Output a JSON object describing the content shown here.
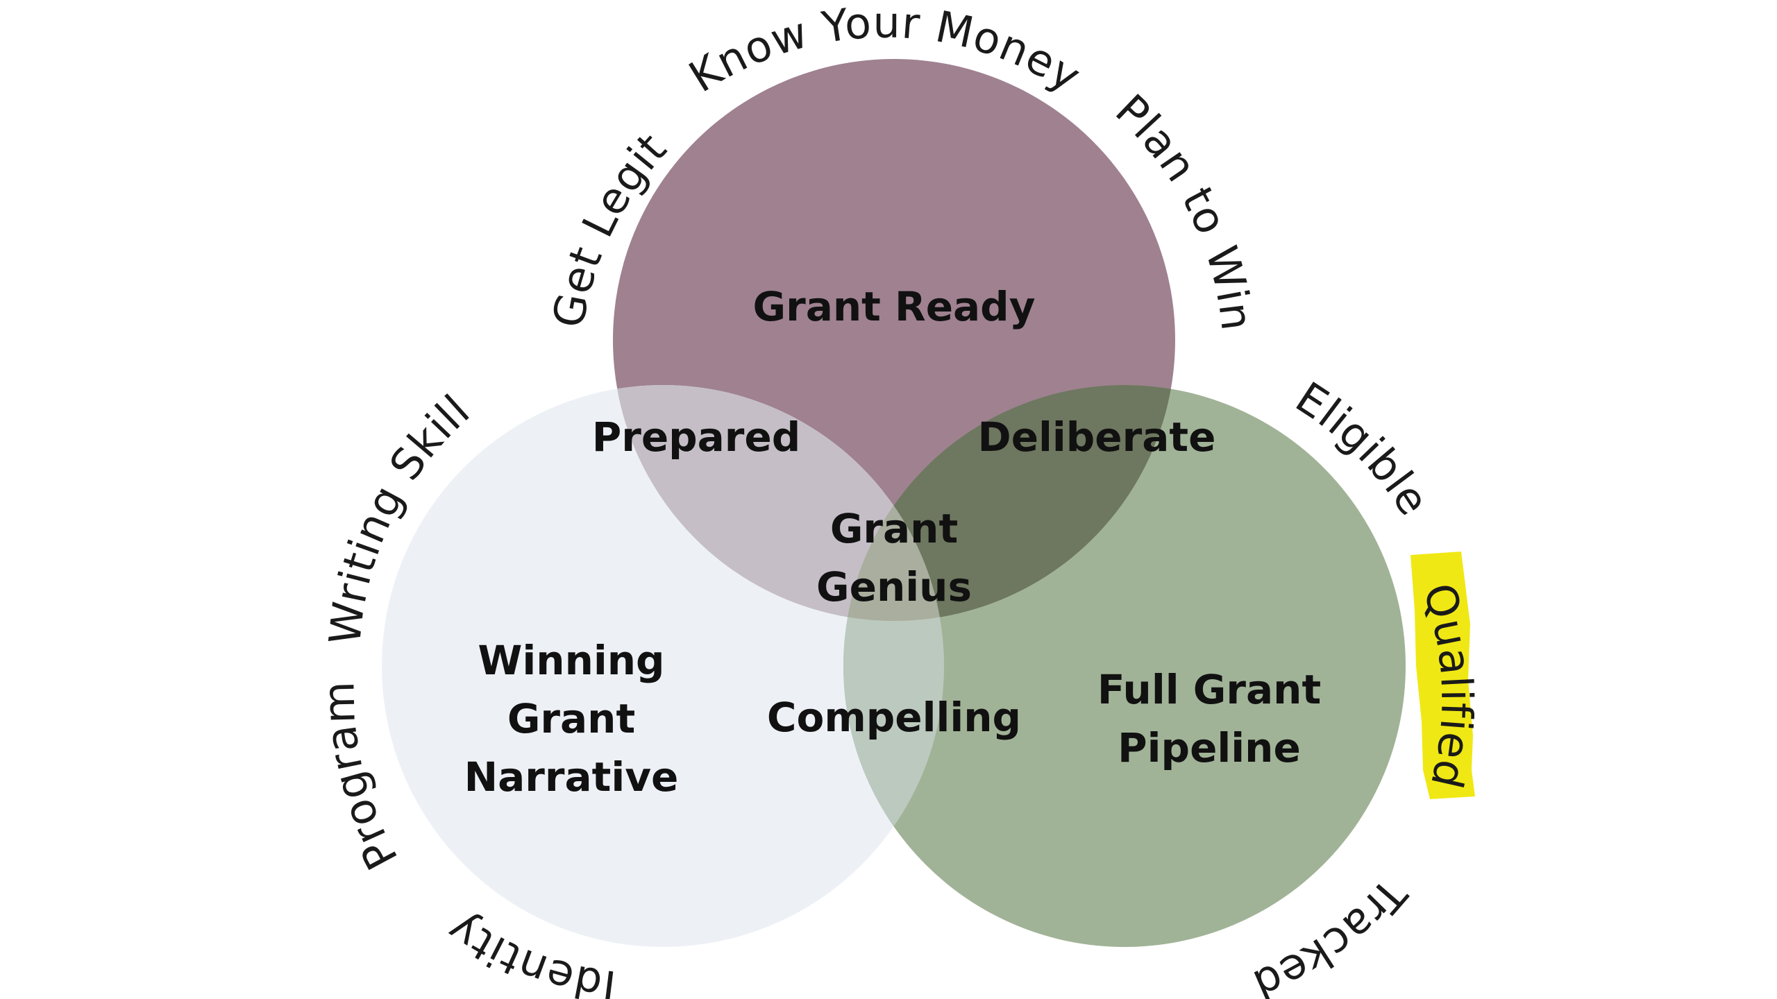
{
  "diagram": {
    "circles": [
      {
        "id": "grant-ready",
        "title": "Grant Ready",
        "color": "#9f8190"
      },
      {
        "id": "winning-grant-narrative",
        "title_lines": [
          "Winning",
          "Grant",
          "Narrative"
        ],
        "color": "#edf1f6"
      },
      {
        "id": "full-grant-pipeline",
        "title_lines": [
          "Full Grant",
          "Pipeline"
        ],
        "color": "#a1b397"
      }
    ],
    "intersections": {
      "ready_narrative": "Prepared",
      "ready_pipeline": "Deliberate",
      "narrative_pipeline": "Compelling",
      "center_lines": [
        "Grant",
        "Genius"
      ]
    },
    "overlap_colors": {
      "ready_narrative": "#c5bec7",
      "ready_pipeline": "#6e775f",
      "narrative_pipeline": "#bcc9bf",
      "center": "#a9ae9e"
    },
    "outer_labels": {
      "know_your_money": "Know Your Money",
      "get_legit": "Get Legit",
      "plan_to_win": "Plan to Win",
      "writing_skills": "Writing Skills",
      "program": "Program",
      "identity": "Identity",
      "eligible": "Eligible",
      "qualified": "Qualified",
      "tracked": "Tracked"
    },
    "highlight_color": "#f0e814"
  }
}
